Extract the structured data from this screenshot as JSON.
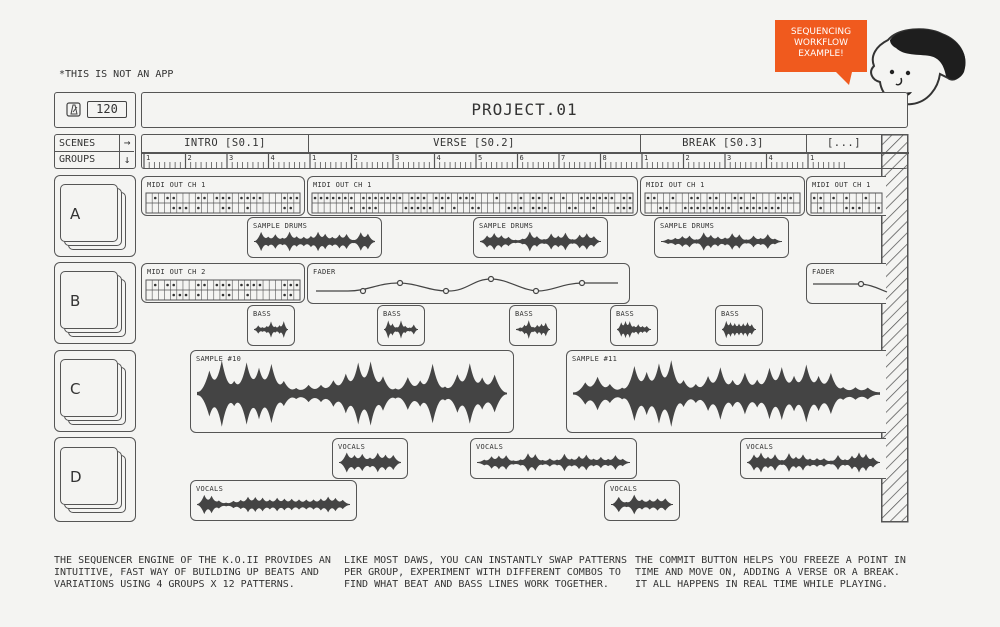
{
  "note": "*THIS IS NOT AN APP",
  "project": {
    "tempo": "120",
    "title": "PROJECT.01"
  },
  "speech_bubble": {
    "line1": "SEQUENCING",
    "line2": "WORKFLOW",
    "line3": "EXAMPLE!"
  },
  "rows": {
    "scenes_label": "SCENES",
    "groups_label": "GROUPS",
    "scenes_arrow": "→",
    "groups_arrow": "↓"
  },
  "scenes": [
    {
      "label": "INTRO [S0.1]",
      "ticks": [
        "1",
        "2",
        "3",
        "4"
      ]
    },
    {
      "label": "VERSE [S0.2]",
      "ticks": [
        "1",
        "2",
        "3",
        "4",
        "5",
        "6",
        "7",
        "8"
      ]
    },
    {
      "label": "BREAK [S0.3]",
      "ticks": [
        "1",
        "2",
        "3",
        "4"
      ]
    },
    {
      "label": "[...]",
      "ticks": [
        "1"
      ]
    }
  ],
  "groups": [
    "A",
    "B",
    "C",
    "D"
  ],
  "clips": {
    "a_midi_intro": "MIDI OUT CH 1",
    "a_midi_verse": "MIDI OUT CH 1",
    "a_midi_break": "MIDI OUT CH 1",
    "a_midi_more": "MIDI OUT CH 1",
    "a_drums_1": "SAMPLE DRUMS",
    "a_drums_2": "SAMPLE DRUMS",
    "a_drums_3": "SAMPLE DRUMS",
    "b_midi": "MIDI OUT CH 2",
    "b_fader_1": "FADER",
    "b_fader_2": "FADER",
    "b_bass_1": "BASS",
    "b_bass_2": "BASS",
    "b_bass_3": "BASS",
    "b_bass_4": "BASS",
    "b_bass_5": "BASS",
    "c_sample_10": "SAMPLE #10",
    "c_sample_11": "SAMPLE #11",
    "d_vocals_1": "VOCALS",
    "d_vocals_2": "VOCALS",
    "d_vocals_3": "VOCALS",
    "d_vocals_4": "VOCALS",
    "d_vocals_5": "VOCALS"
  },
  "paragraphs": {
    "p1": [
      "THE SEQUENCER ENGINE OF THE K.O.II PROVIDES AN",
      "INTUITIVE, FAST WAY OF BUILDING UP BEATS AND",
      "VARIATIONS USING 4 GROUPS X 12 PATTERNS."
    ],
    "p2": [
      "LIKE MOST DAWS, YOU CAN INSTANTLY SWAP PATTERNS",
      "PER GROUP, EXPERIMENT WITH DIFFERENT COMBOS TO",
      "FIND WHAT BEAT AND BASS LINES WORK TOGETHER."
    ],
    "p3": [
      "THE COMMIT BUTTON HELPS YOU FREEZE A POINT IN",
      "TIME AND MOVE ON, ADDING A VERSE OR A BREAK.",
      "IT ALL HAPPENS IN REAL TIME WHILE PLAYING."
    ]
  },
  "colors": {
    "accent": "#f05a1e",
    "line": "#555555",
    "wave": "#444444",
    "background": "#f4f4f2"
  }
}
